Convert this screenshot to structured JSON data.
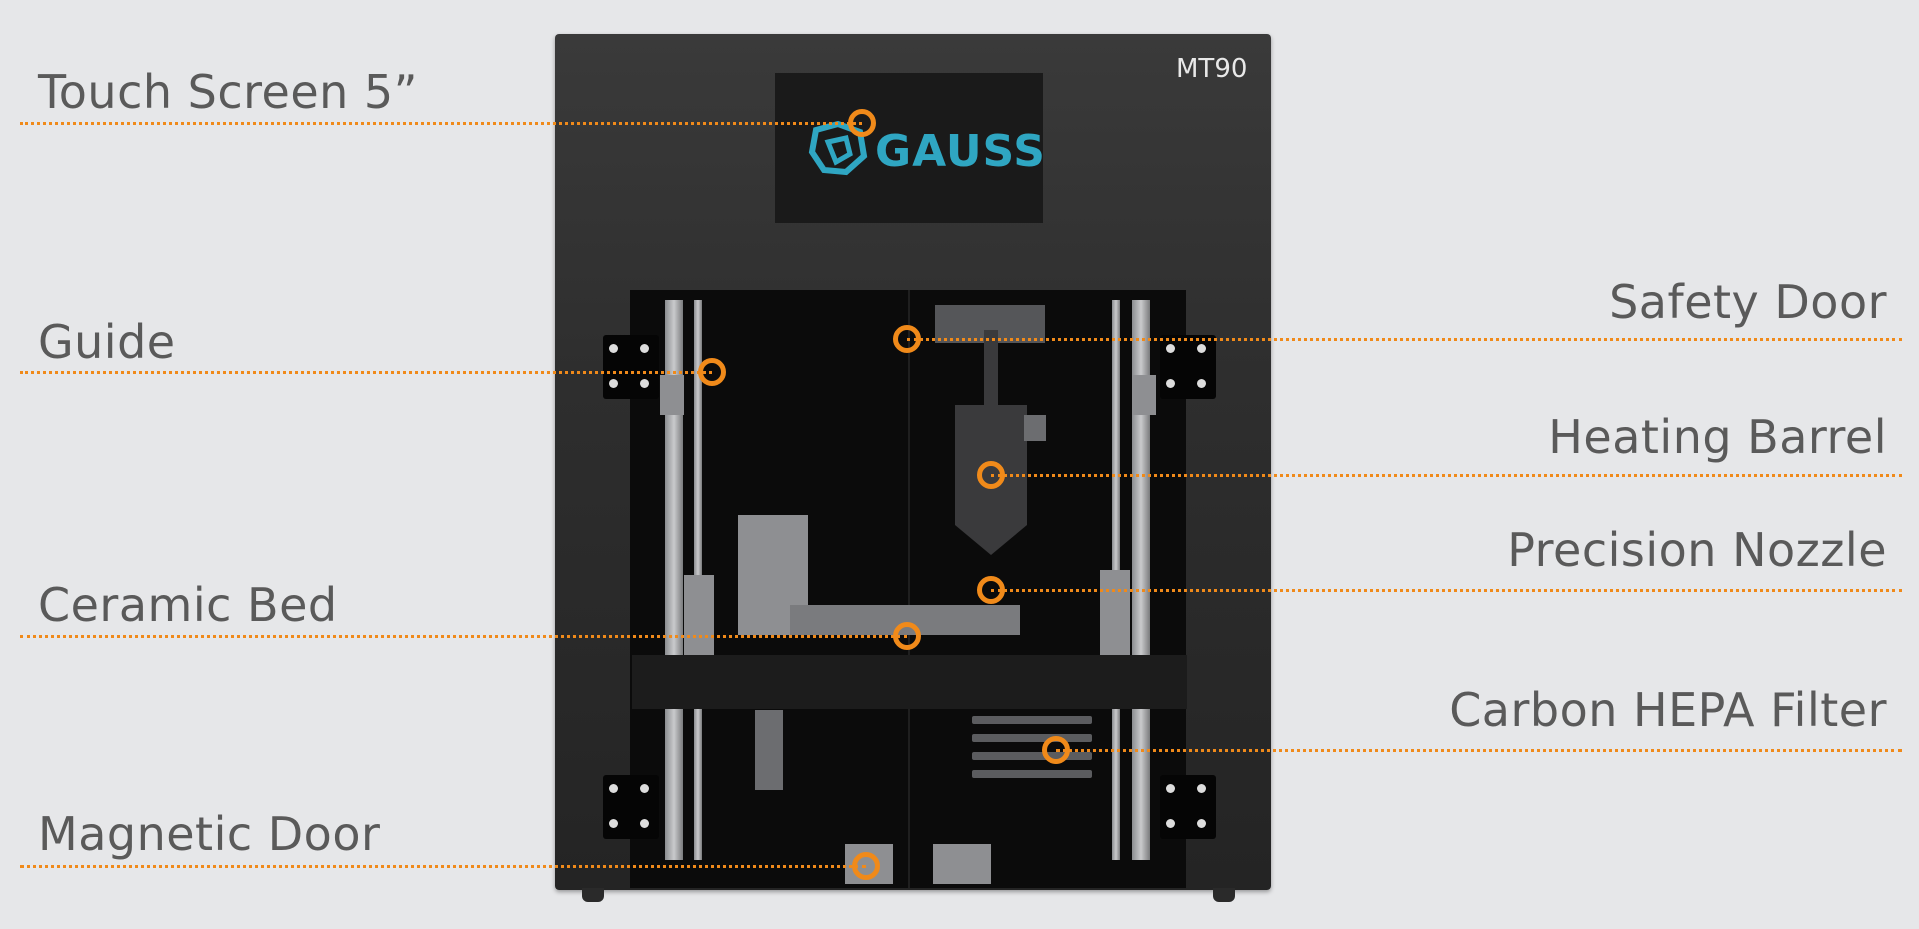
{
  "product": {
    "model": "MT90",
    "screen_brand": "GAUSS"
  },
  "callouts": {
    "left": [
      {
        "label": "Touch Screen 5”"
      },
      {
        "label": "Guide"
      },
      {
        "label": "Ceramic Bed"
      },
      {
        "label": "Magnetic Door"
      }
    ],
    "right": [
      {
        "label": "Safety Door"
      },
      {
        "label": "Heating Barrel"
      },
      {
        "label": "Precision Nozzle"
      },
      {
        "label": "Carbon HEPA Filter"
      }
    ]
  },
  "colors": {
    "background": "#e6e7e9",
    "accent_marker": "#f08a1a",
    "label_text": "#5a5a5a",
    "printer_body": "#2e2e2e",
    "logo": "#2fa6c2"
  }
}
